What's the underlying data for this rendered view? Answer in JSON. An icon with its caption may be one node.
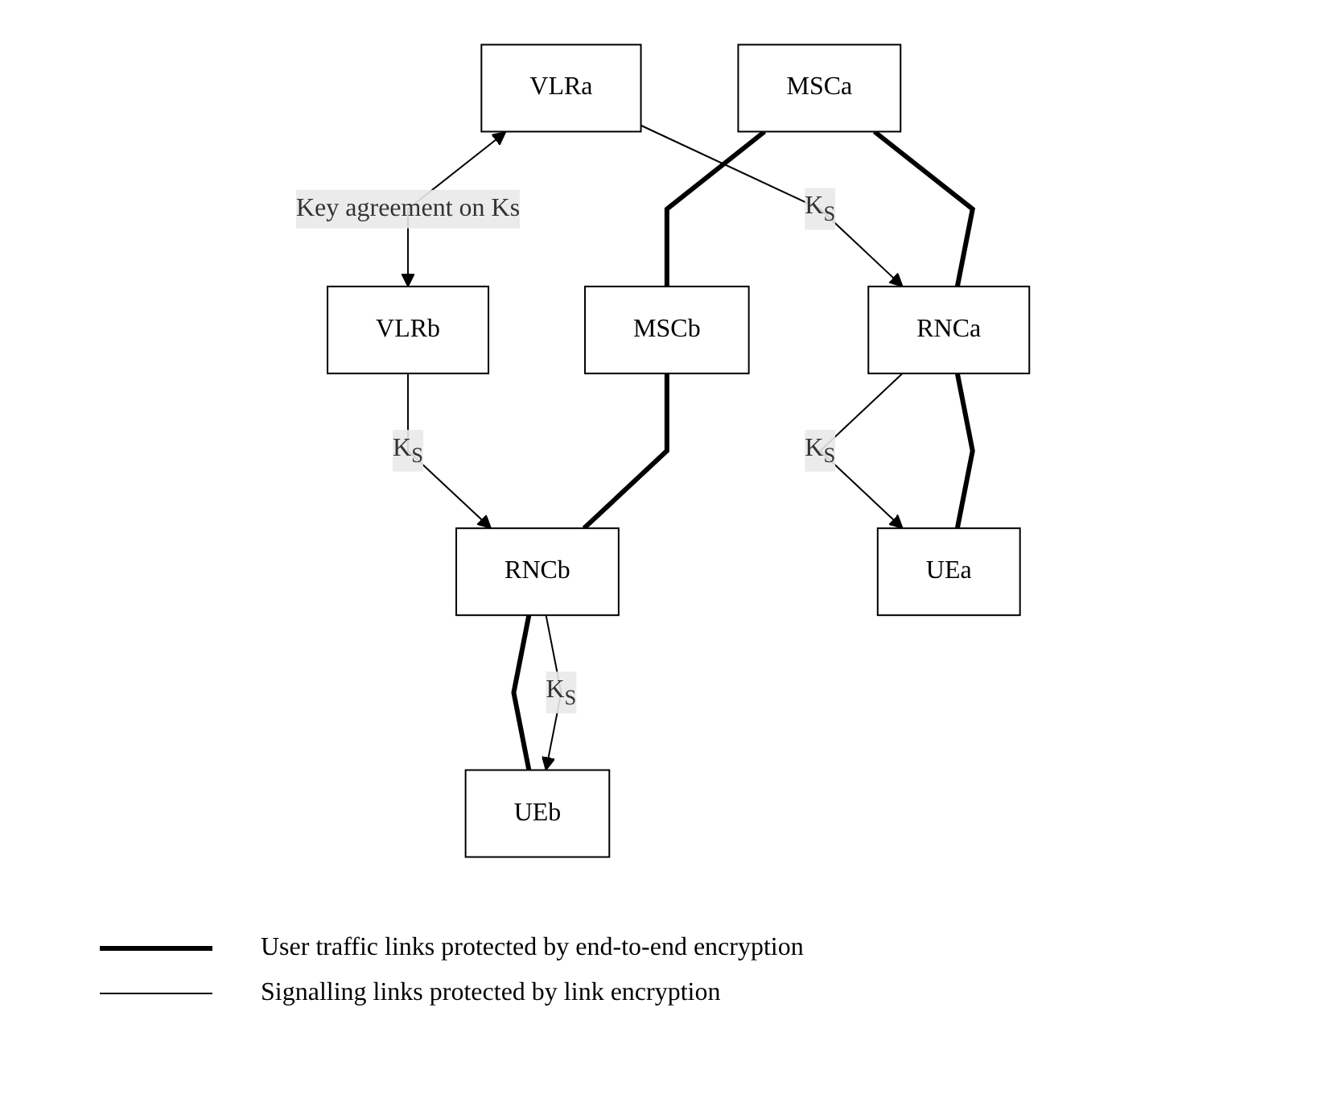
{
  "diagram": {
    "nodes": [
      {
        "text": [
          "VLRa"
        ]
      },
      {
        "text": [
          "VLRb"
        ]
      },
      {
        "text": [
          "MSCa"
        ]
      },
      {
        "text": [
          "MSCb"
        ]
      },
      {
        "text": [
          "RNCa"
        ]
      },
      {
        "text": [
          "RNCb"
        ]
      },
      {
        "text": [
          "UEa"
        ]
      },
      {
        "text": [
          "UEb"
        ]
      }
    ],
    "edges": [
      {
        "from": 0,
        "to": 1,
        "arrow": "both",
        "label": "Key agreement on Ks"
      },
      {
        "from": 0,
        "to": 4,
        "arrow": "to",
        "label": "K$_{S}$"
      },
      {
        "from": 1,
        "to": 5,
        "arrow": "to",
        "label": "K$_{S}$"
      },
      {
        "from": 2,
        "to": 3,
        "arrow": "none",
        "style": "thick"
      },
      {
        "from": 2,
        "to": 4,
        "arrow": "none",
        "style": "thick"
      },
      {
        "from": 3,
        "to": 5,
        "arrow": "none",
        "style": "thick"
      },
      {
        "from": 4,
        "to": 6,
        "arrow": "to",
        "label": "K$_{S}$"
      },
      {
        "from": 4,
        "to": 6,
        "arrow": "none",
        "style": "thick"
      },
      {
        "from": 5,
        "to": 7,
        "arrow": "none",
        "style": "thick"
      },
      {
        "from": 5,
        "to": 7,
        "arrow": "to",
        "label": "K$_{S}$"
      }
    ],
    "legend": [
      {
        "text": "User traffic links protected by end-to-end encryption"
      },
      {
        "text": "Signalling links protected by link encryption"
      }
    ]
  }
}
